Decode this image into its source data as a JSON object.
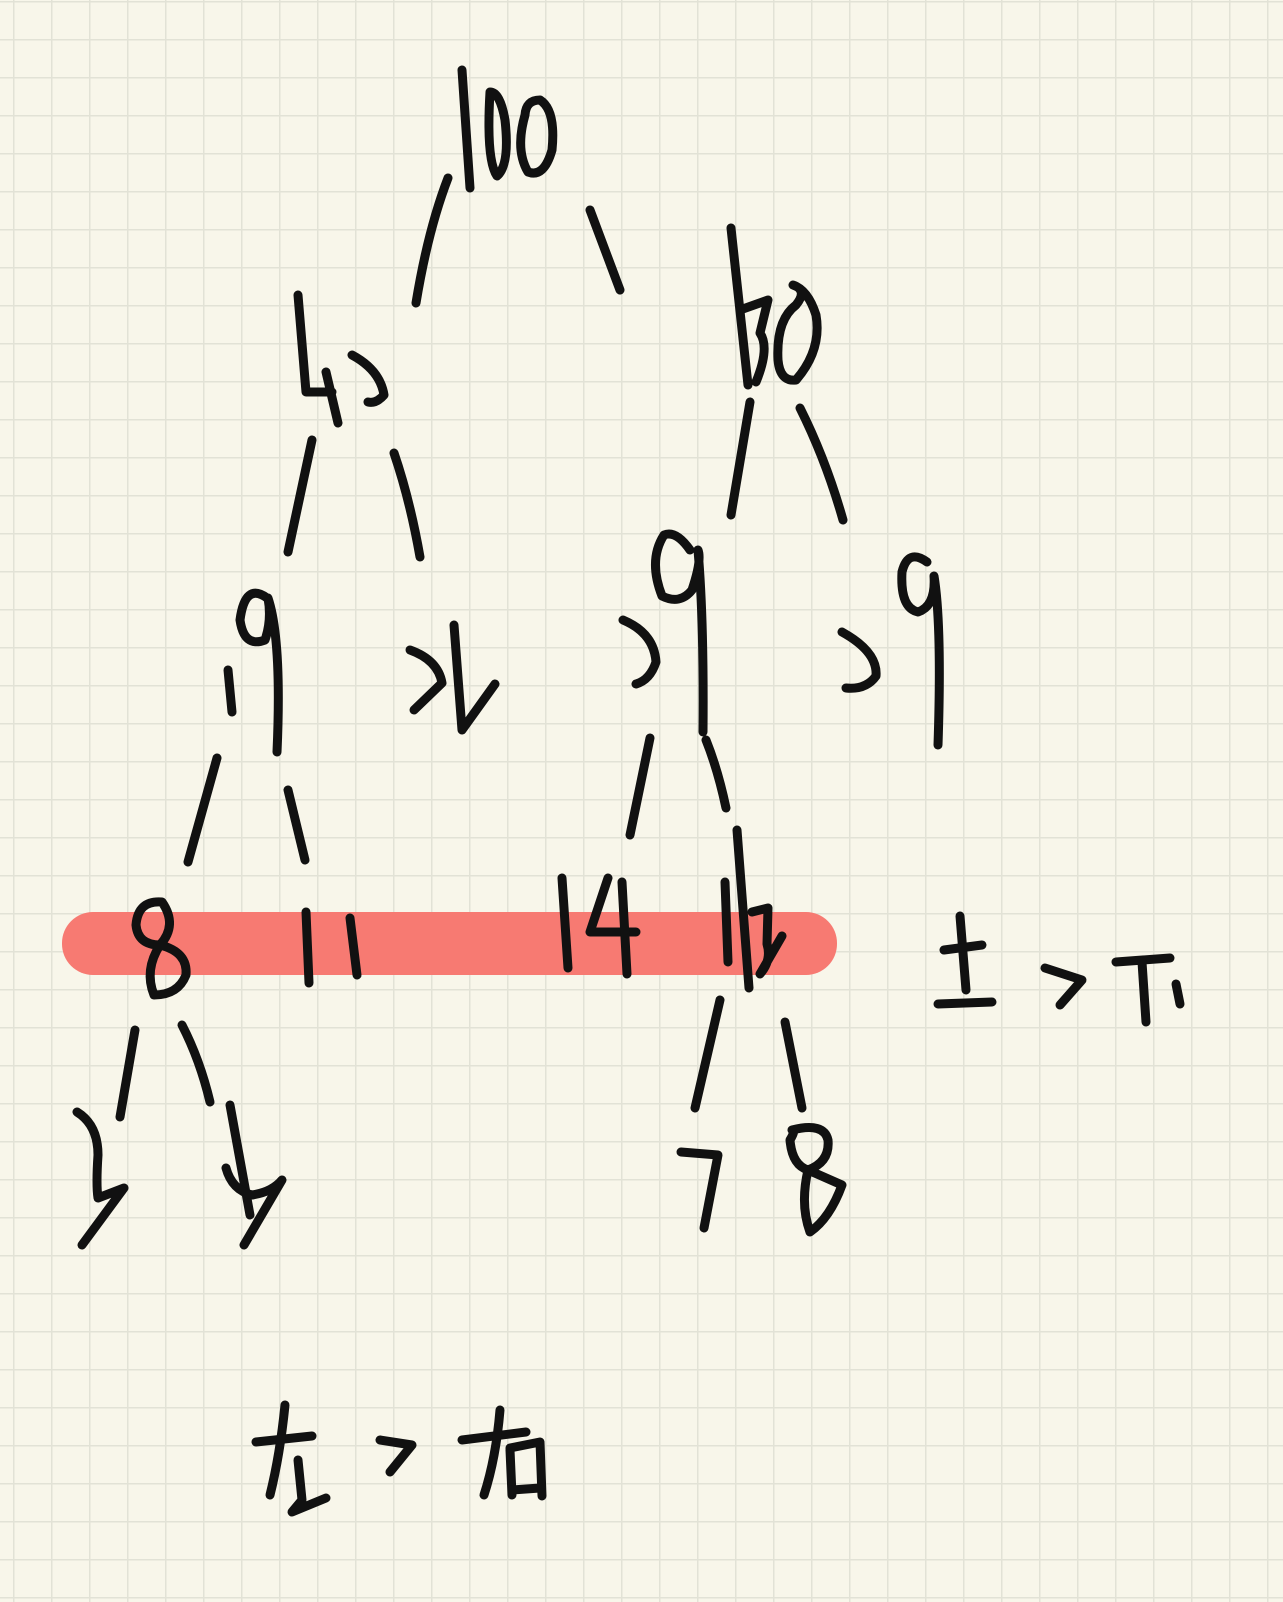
{
  "diagram": {
    "type": "tree",
    "root": "100",
    "nodes": [
      "100",
      "42",
      "58",
      "19",
      "23",
      "29",
      "29",
      "8",
      "11",
      "14",
      "15",
      "3",
      "5",
      "7",
      "8"
    ],
    "edges": [
      [
        "100",
        "42"
      ],
      [
        "100",
        "58"
      ],
      [
        "42",
        "19"
      ],
      [
        "42",
        "23"
      ],
      [
        "58",
        "29"
      ],
      [
        "58",
        "29"
      ],
      [
        "19",
        "8"
      ],
      [
        "19",
        "11"
      ],
      [
        "29",
        "14"
      ],
      [
        "29",
        "15"
      ],
      [
        "8",
        "3"
      ],
      [
        "8",
        "5"
      ],
      [
        "15",
        "7"
      ],
      [
        "15",
        "8"
      ]
    ],
    "highlighted_level": [
      "8",
      "11",
      "14",
      "15"
    ],
    "highlight_color": "#f77a72",
    "ink_color": "#111111",
    "paper_color": "#f8f6ea"
  },
  "annotations": {
    "right": "上->下",
    "bottom": "左->右"
  }
}
